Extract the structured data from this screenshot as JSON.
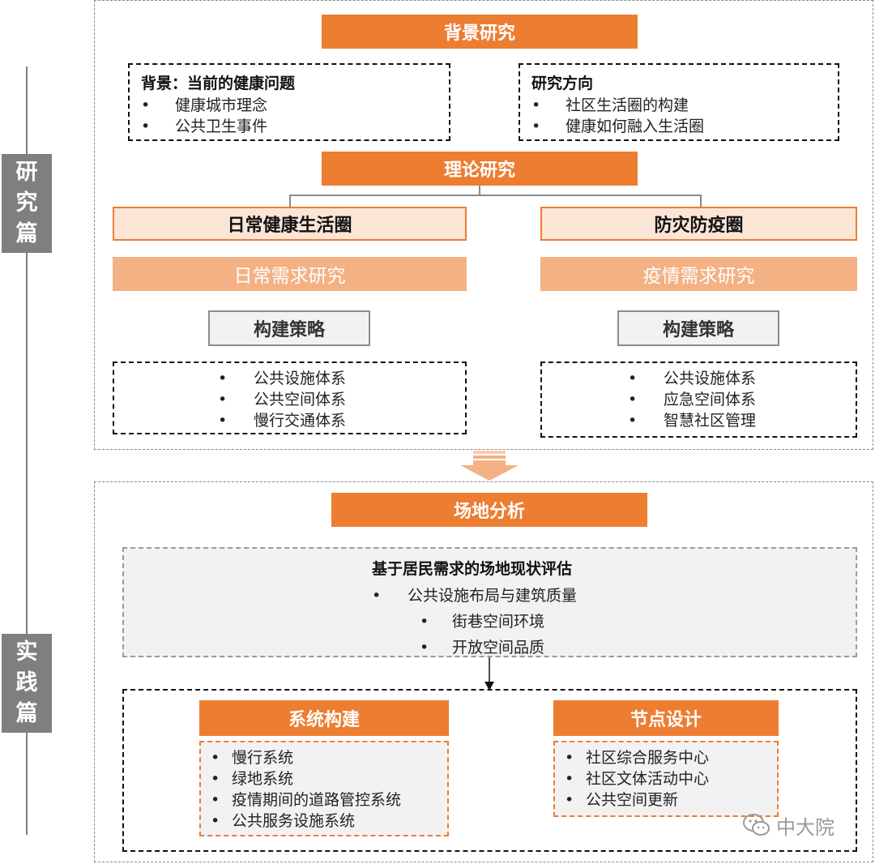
{
  "side_labels": {
    "research": [
      "研",
      "究",
      "篇"
    ],
    "practice": [
      "实",
      "践",
      "篇"
    ]
  },
  "research": {
    "background_title": "背景研究",
    "background_box": {
      "title": "背景：当前的健康问题",
      "items": [
        "健康城市理念",
        "公共卫生事件"
      ]
    },
    "direction_box": {
      "title": "研究方向",
      "items": [
        "社区生活圈的构建",
        "健康如何融入生活圈"
      ]
    },
    "theory_title": "理论研究",
    "left_branch": {
      "title": "日常健康生活圈",
      "need": "日常需求研究",
      "strategy": "构建策略",
      "items": [
        "公共设施体系",
        "公共空间体系",
        "慢行交通体系"
      ]
    },
    "right_branch": {
      "title": "防灾防疫圈",
      "need": "疫情需求研究",
      "strategy": "构建策略",
      "items": [
        "公共设施体系",
        "应急空间体系",
        "智慧社区管理"
      ]
    }
  },
  "practice": {
    "site_title": "场地分析",
    "assessment": {
      "title": "基于居民需求的场地现状评估",
      "items": [
        "公共设施布局与建筑质量",
        "街巷空间环境",
        "开放空间品质"
      ]
    },
    "system": {
      "title": "系统构建",
      "items": [
        "慢行系统",
        "绿地系统",
        "疫情期间的道路管控系统",
        "公共服务设施系统"
      ]
    },
    "node": {
      "title": "节点设计",
      "items": [
        "社区综合服务中心",
        "社区文体活动中心",
        "公共空间更新"
      ]
    }
  },
  "bullet": "•",
  "watermark": "中大院",
  "colors": {
    "orange": "#ed7d31",
    "peach": "#f4b183",
    "pale_orange": "#fbe5d6",
    "grey_label": "#7f7f7f"
  }
}
